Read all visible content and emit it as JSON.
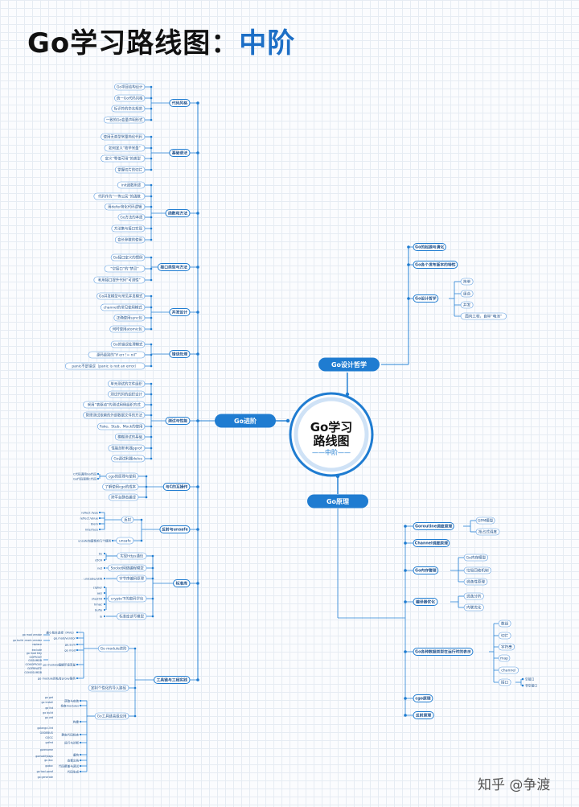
{
  "title": {
    "main": "Go学习路线图：",
    "accent": "中阶"
  },
  "colors": {
    "primary": "#1f7cd1",
    "line": "#2a84d6",
    "text": "#1d4f8a",
    "soft": "#5b9be0"
  },
  "center": {
    "line1": "Go学习",
    "line2": "路线图",
    "line3": "——中阶——"
  },
  "mains": {
    "advanced": "Go进阶",
    "philosophy": "Go设计哲学",
    "principle": "Go原理"
  },
  "philosophy": {
    "items": [
      "Go的起源与演化",
      "Go各个发布版本的特性",
      "Go设计哲学"
    ],
    "sub": [
      "简单",
      "组合",
      "并发",
      "面向工程，自带“电池”"
    ]
  },
  "principle": {
    "items": [
      "Goroutine调度原理",
      "Channel调度原理",
      "Go内存管理",
      "编译器优化",
      "Go各种数据类型在运行时的表示",
      "cgo原理",
      "反射原理"
    ],
    "scheduler": [
      "GPM模型",
      "抢占式调度"
    ],
    "memory": [
      "Go内存模型",
      "垃圾回收机制",
      "逃逸性原理"
    ],
    "compiler": [
      "逃逸分析",
      "内联优化"
    ],
    "types": [
      "数组",
      "切片",
      "字符串",
      "map",
      "channel",
      "接口"
    ],
    "iface": [
      "空接口",
      "非空接口"
    ]
  },
  "advanced": {
    "categories": [
      "代码风格",
      "基础语法",
      "函数和方法",
      "接口类型与方法",
      "并发设计",
      "错误处理",
      "测试与性能",
      "与C的互操作",
      "反射与unsafe",
      "标准库",
      "工具链与工程实践"
    ],
    "style": [
      "Go项目结构设计",
      "统一Go代码风格",
      "标识符的命名规范",
      "一致的Go变量声明形式"
    ],
    "syntax": [
      "使用无类型常量简化代码",
      "如何定义“枚举常量”",
      "定义“零值可用”的类型",
      "掌握切片的切片"
    ],
    "func": [
      "init函数用途",
      "代码作为“一等公民”的函数",
      "用defer简化代码逻辑",
      "Go方法的本质",
      "方法集与接口实现",
      "变长参数的使用"
    ],
    "iface": [
      "Go接口定义的惯例",
      "“空接口”的“禁忌”",
      "利用接口提升代码“可测性”"
    ],
    "conc": [
      "Go并发模型与常见并发模式",
      "channel的常见使用模式",
      "正确使用sync包",
      "何时使用atomic包"
    ],
    "err": [
      "Go的错误处理模式",
      "源码级别的“if err != nil”",
      "panic不是错误（panic is not an error）"
    ],
    "test": [
      "单元测试的文件组织",
      "测试代码的组织设计",
      "采用“表驱动”的测试用例组织方式",
      "管理测试依赖的外部数据文件的方法",
      "Fake、Stub、Mock的使用",
      "模糊测试的基础",
      "性能剖析利器pprof",
      "Go调试利器delve"
    ],
    "cgo": [
      "cgo的原理与使用",
      "了解使用cgo的成本",
      "跨平台静态编译"
    ],
    "cgoLeft": [
      "C代码调用Go代码",
      "Go代码调用C代码"
    ],
    "refl": [
      "反射",
      "unsafe"
    ],
    "reflLeft": [
      "reflect.Type",
      "reflect.Value",
      "Elem",
      "Interface"
    ],
    "unsafeLeft": "unsafe包属性的几个规则",
    "stdlib": [
      "实现https通信",
      "Socket网络编程模型",
      "字节序编码原理",
      "crypto下的密码学包",
      "标准库读写模型"
    ],
    "stdLeft": [
      "tls",
      "x509",
      "net",
      "unicode/utf8",
      "cipher",
      "aes",
      "sha256",
      "hmac",
      "bufio",
      "io"
    ],
    "tool": [
      "Go module进阶",
      "定制个性化的导入路径",
      "Go工具链高级应用"
    ],
    "modL": [
      "最小版本选择（MVS）",
      "go.mod/vendor",
      "go.sum",
      "go mod",
      "go module编辑环境变量",
      "go module的私有proxy服务"
    ],
    "modL2": [
      "go mod vendor",
      "go build -mod=vendor",
      "replace",
      "exclude",
      "go mod tidy",
      "GOPROXY",
      "GOSUMDB",
      "GONOPROXY",
      "GOPRIVATE",
      "GONOSUMDB"
    ],
    "toolL": [
      "获取与安装",
      "检查modules",
      "构建",
      "静态代码检查",
      "运行与诊断",
      "重构",
      "查看文档",
      "代码覆盖与调试",
      "代码生成"
    ],
    "toolL2": [
      "go get",
      "go install",
      "go list",
      "go build",
      "go vet",
      "golangci-lint",
      "GODEBUG",
      "GOGC",
      "gofmt",
      "gorename",
      "gomodifytags",
      "go doc",
      "godoc",
      "go tool pprof",
      "go generate"
    ]
  },
  "watermark": "知乎 @争渡"
}
